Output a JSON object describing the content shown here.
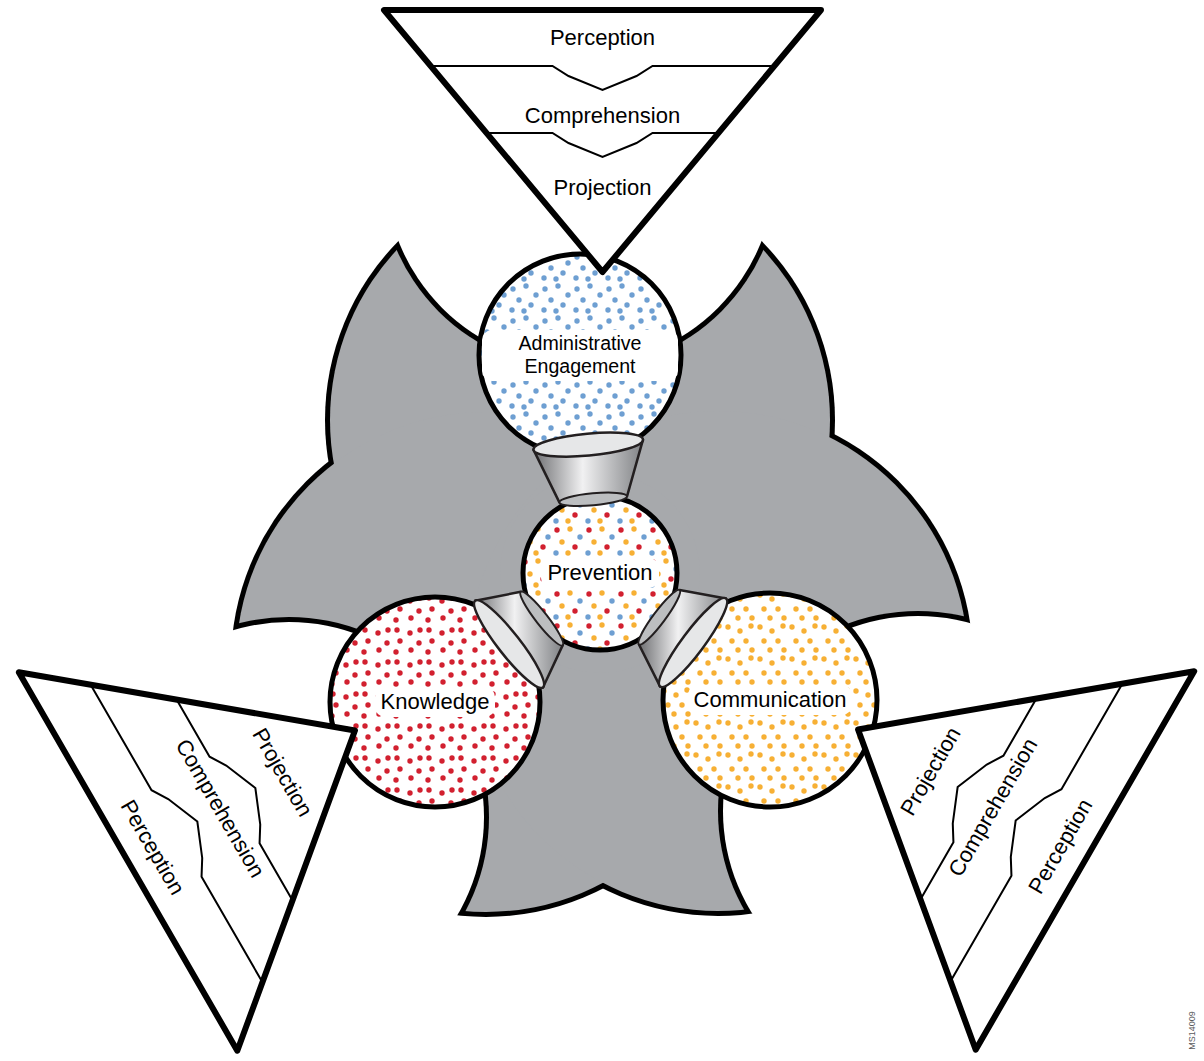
{
  "diagram": {
    "nodes": [
      {
        "text": [
          "Perception",
          "Comprehension",
          "Projection"
        ]
      },
      {
        "text": [
          "Administrative Engagement"
        ]
      },
      {
        "text": [
          "Prevention"
        ]
      },
      {
        "text": [
          "Knowledge"
        ]
      },
      {
        "text": [
          "Communication"
        ]
      },
      {
        "text": [
          "Perception",
          "Comprehension",
          "Projection"
        ]
      },
      {
        "text": [
          "Perception",
          "Comprehension",
          "Projection"
        ]
      }
    ],
    "edges": [
      {
        "from": 1,
        "to": 2,
        "arrow": "to"
      },
      {
        "from": 3,
        "to": 2,
        "arrow": "to"
      },
      {
        "from": 4,
        "to": 2,
        "arrow": "to"
      }
    ],
    "labels": [
      "MS14009"
    ]
  }
}
